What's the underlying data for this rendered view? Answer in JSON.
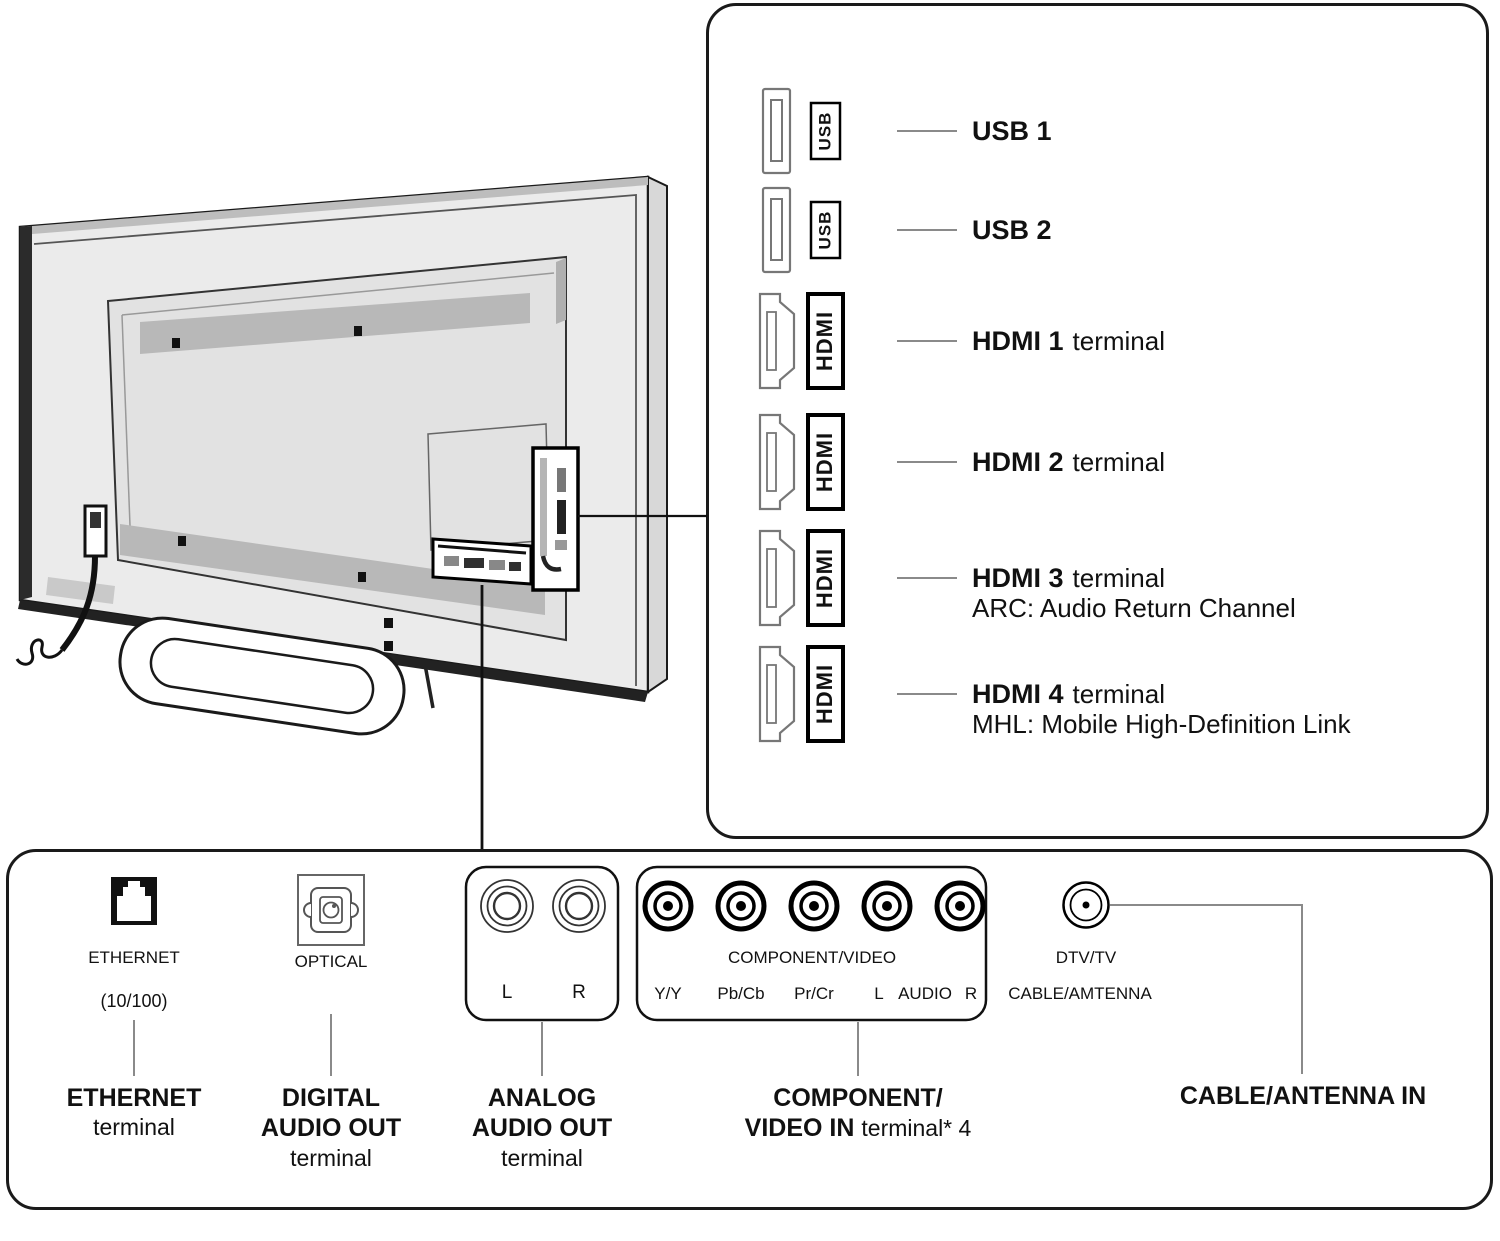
{
  "colors": {
    "outline": "#1a1a1a",
    "port_gray": "#777777",
    "leader_gray": "#8a8a8a",
    "strip_gray": "#b8b8b8"
  },
  "right_panel": {
    "rows": [
      {
        "port_type": "usb",
        "port_label": "USB",
        "title": "USB 1",
        "title_rest": "",
        "subtitle": ""
      },
      {
        "port_type": "usb",
        "port_label": "USB",
        "title": "USB 2",
        "title_rest": "",
        "subtitle": ""
      },
      {
        "port_type": "hdmi",
        "port_label": "HDMI",
        "title": "HDMI 1",
        "title_rest": "terminal",
        "subtitle": ""
      },
      {
        "port_type": "hdmi",
        "port_label": "HDMI",
        "title": "HDMI 2",
        "title_rest": "terminal",
        "subtitle": ""
      },
      {
        "port_type": "hdmi",
        "port_label": "HDMI",
        "title": "HDMI 3",
        "title_rest": "terminal",
        "subtitle": "ARC: Audio Return Channel"
      },
      {
        "port_type": "hdmi",
        "port_label": "HDMI",
        "title": "HDMI 4",
        "title_rest": "terminal",
        "subtitle": "MHL: Mobile High-Definition Link"
      }
    ]
  },
  "bottom_panel": {
    "ethernet": {
      "label": "ETHERNET",
      "speed": "(10/100)",
      "caption_line1": "ETHERNET",
      "caption_line2": "terminal"
    },
    "optical": {
      "label": "OPTICAL",
      "caption_line1": "DIGITAL",
      "caption_line2": "AUDIO OUT",
      "caption_line3": "terminal"
    },
    "analog": {
      "jack_left": "L",
      "jack_right": "R",
      "caption_line1": "ANALOG",
      "caption_line2": "AUDIO OUT",
      "caption_line3": "terminal"
    },
    "component": {
      "group_label": "COMPONENT/VIDEO",
      "jack_labels": [
        "Y/Y",
        "Pb/Cb",
        "Pr/Cr",
        "L",
        "AUDIO",
        "R"
      ],
      "caption_line1": "COMPONENT/",
      "caption_line2_bold": "VIDEO IN",
      "caption_line2_rest": "terminal* 4"
    },
    "antenna": {
      "label_line1": "DTV/TV",
      "label_line2": "CABLE/AMTENNA",
      "caption": "CABLE/ANTENNA IN"
    }
  }
}
